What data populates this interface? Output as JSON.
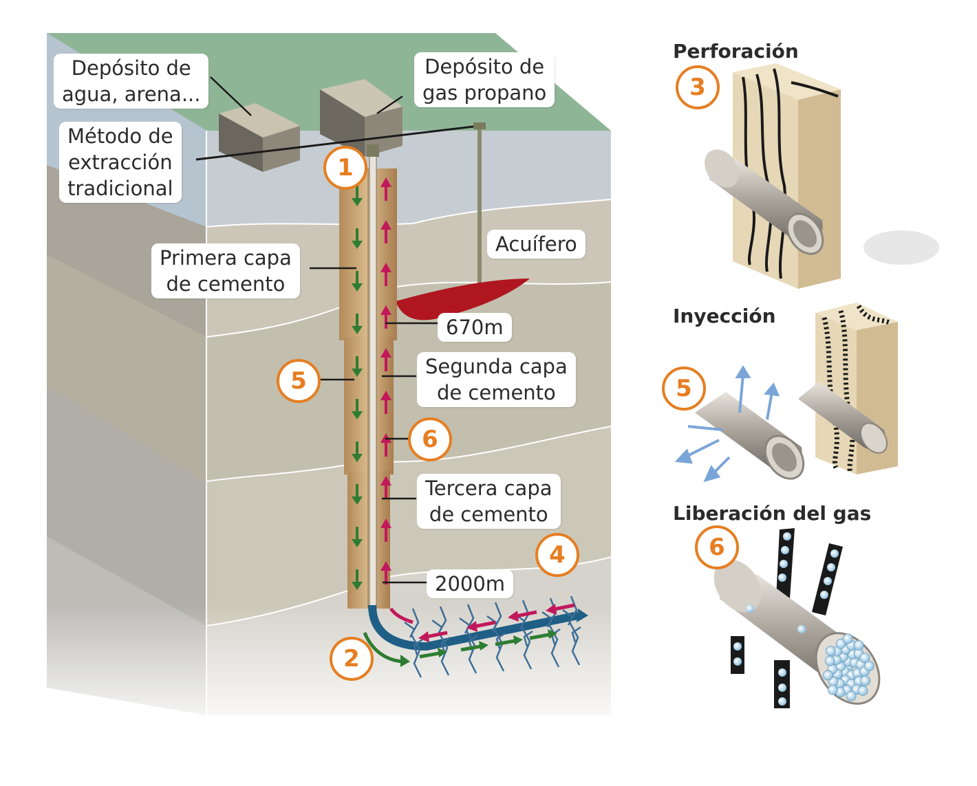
{
  "colors": {
    "accent_orange": "#e67e22",
    "surface_green": "#8fb597",
    "aquifer_red": "#b0161f",
    "down_arrow_green": "#2e7d32",
    "up_arrow_magenta": "#c2185b",
    "gas_flow_blue": "#1f5f86",
    "cement_tan": "#c9a77a"
  },
  "labels": {
    "water_tank": [
      "Depósito de",
      "agua, arena..."
    ],
    "gas_tank": [
      "Depósito de",
      "gas propano"
    ],
    "traditional": [
      "Método de",
      "extracción",
      "tradicional"
    ],
    "first_cement": [
      "Primera capa",
      "de cemento"
    ],
    "aquifer": "Acuífero",
    "depth_670": "670m",
    "second_cement": [
      "Segunda capa",
      "de cemento"
    ],
    "third_cement": [
      "Tercera capa",
      "de cemento"
    ],
    "depth_2000": "2000m"
  },
  "numbers": {
    "n1": "1",
    "n2": "2",
    "n4": "4",
    "n5": "5",
    "n6": "6",
    "right_3": "3",
    "right_5": "5",
    "right_6": "6"
  },
  "panels": {
    "perforacion": "Perforación",
    "inyeccion": "Inyección",
    "liberacion": "Liberación del gas"
  },
  "icons": [
    "down-arrow-icon",
    "up-arrow-icon",
    "perforated-pipe-icon",
    "gas-bubble-icon"
  ]
}
